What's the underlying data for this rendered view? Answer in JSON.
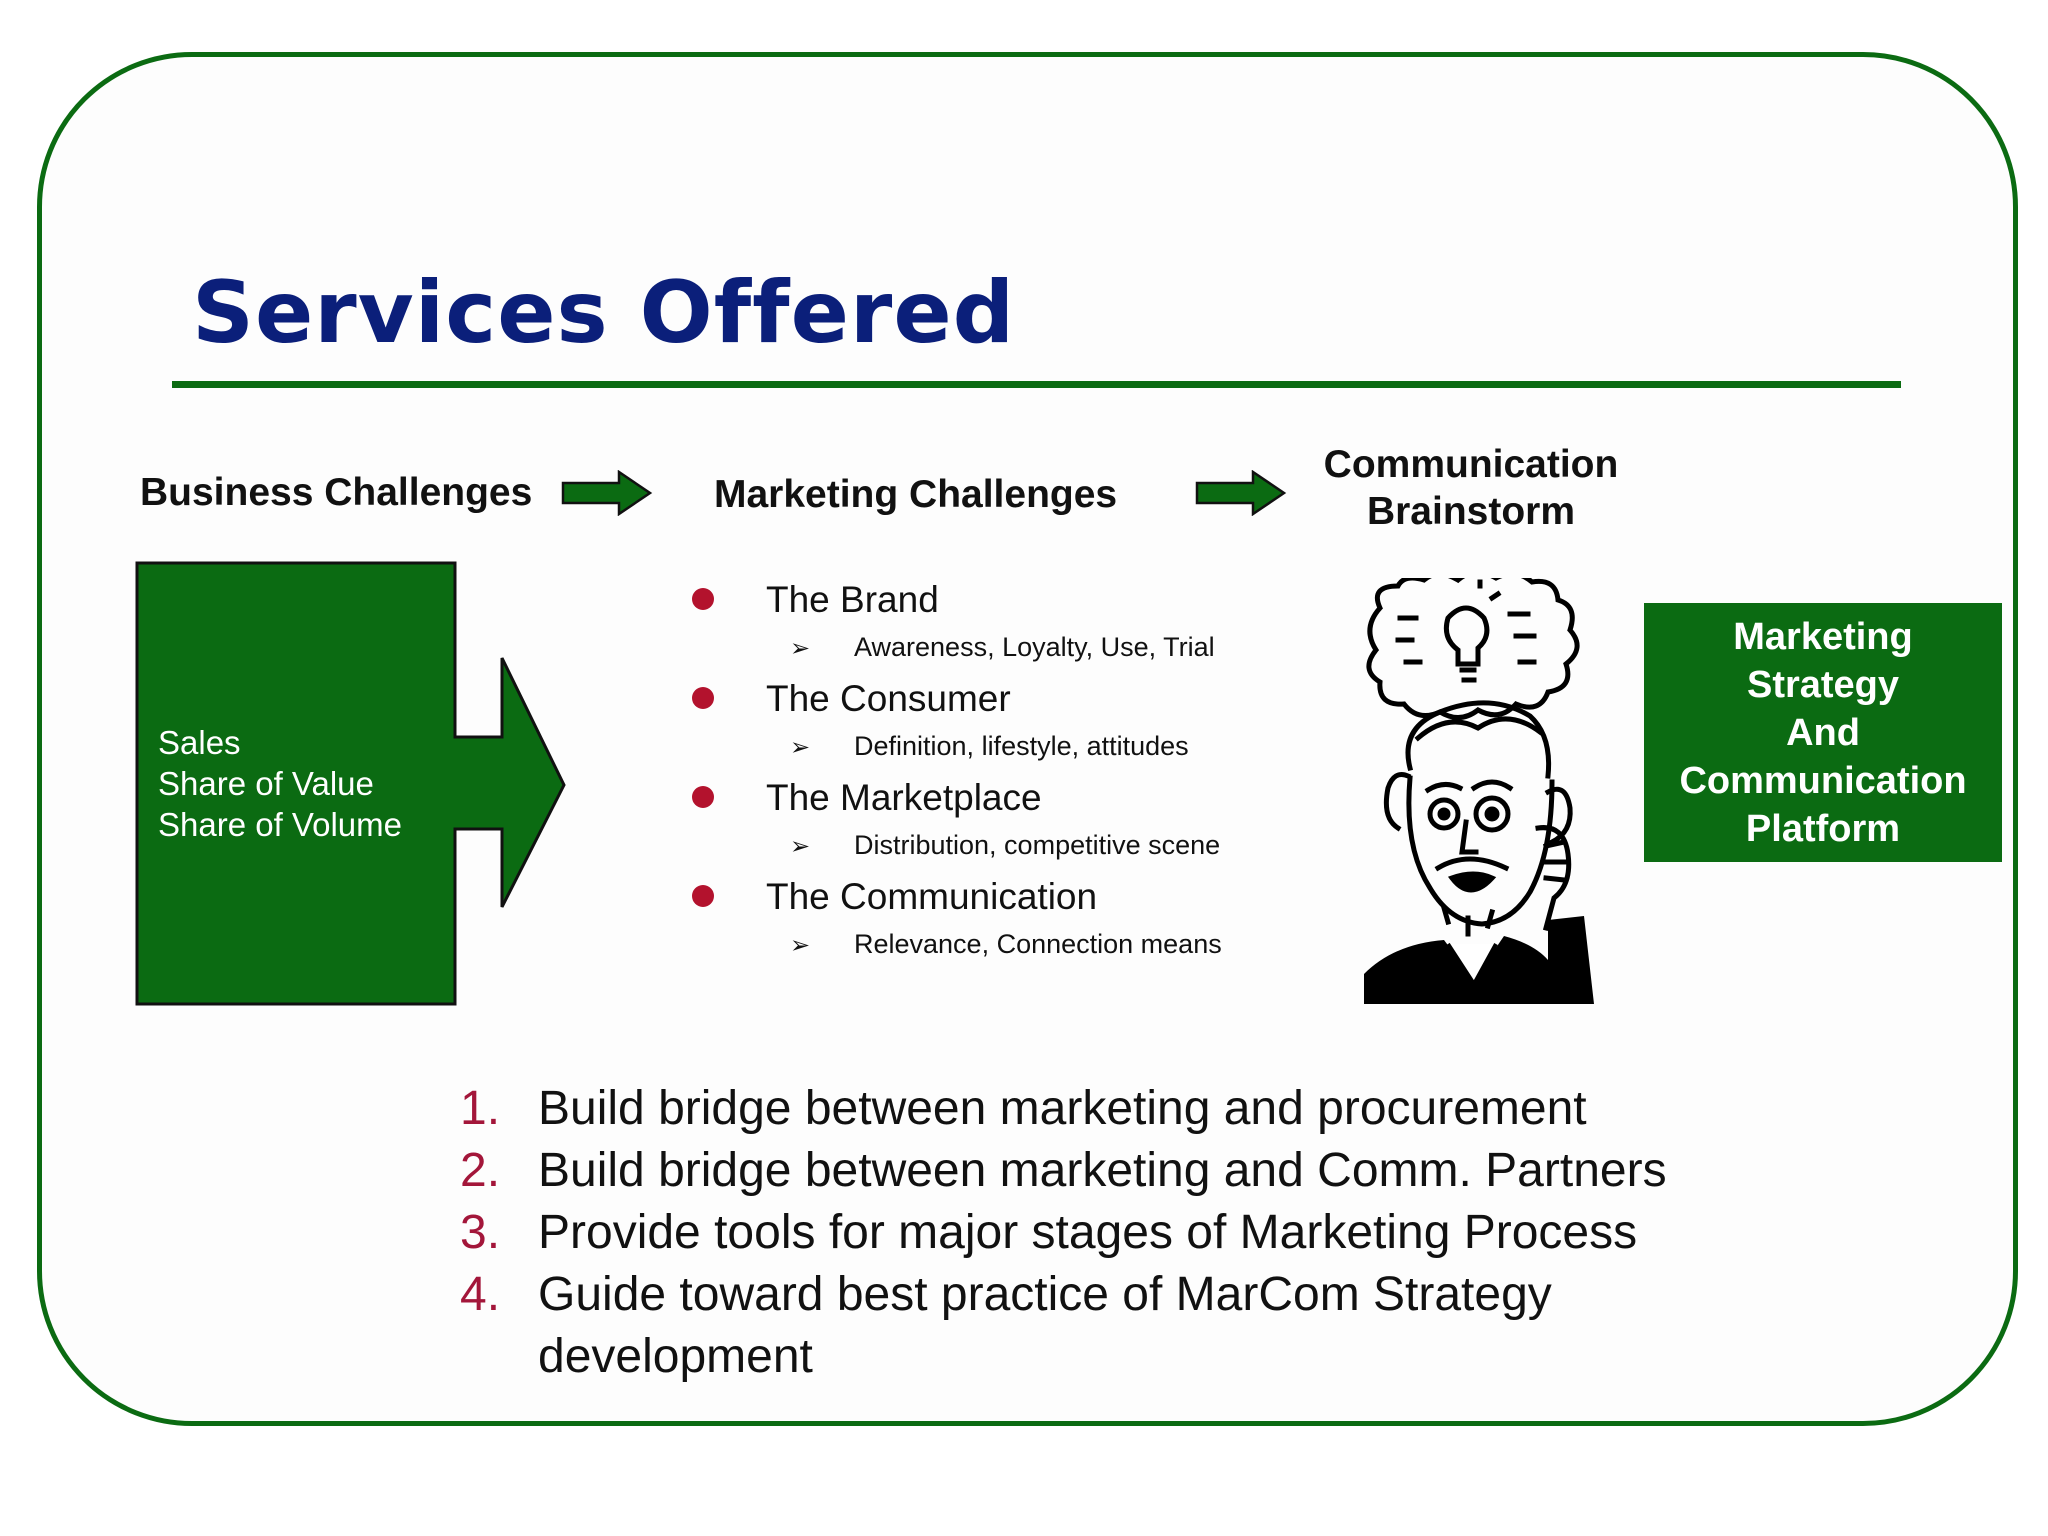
{
  "slide": {
    "title": "Services Offered",
    "colors": {
      "frame": "#0b6b12",
      "title": "#0b1f7a",
      "green": "#0b6b12",
      "bullet": "#b3122d",
      "number": "#a3163a"
    }
  },
  "flow": {
    "business_header": "Business Challenges",
    "marketing_header": "Marketing Challenges",
    "communication_header_line1": "Communication",
    "communication_header_line2": "Brainstorm"
  },
  "business_box": {
    "lines": [
      "Sales",
      "Share of Value",
      "Share of Volume"
    ]
  },
  "marketing_challenges": [
    {
      "label": "The Brand",
      "detail": "Awareness, Loyalty, Use, Trial"
    },
    {
      "label": "The Consumer",
      "detail": "Definition, lifestyle, attitudes"
    },
    {
      "label": "The Marketplace",
      "detail": "Distribution, competitive scene"
    },
    {
      "label": "The Communication",
      "detail": "Relevance, Connection means"
    }
  ],
  "bullet_icon": "filled-circle",
  "sub_bullet_icon": "arrowhead",
  "sub_bullet_glyph": "➢",
  "thinker_image": "thinking-man-clipart",
  "result_box": {
    "lines": [
      "Marketing",
      "Strategy",
      "And",
      "Communication",
      "Platform"
    ]
  },
  "numbered_points": [
    {
      "num": "1.",
      "text": "Build bridge between marketing and procurement"
    },
    {
      "num": "2.",
      "text": "Build bridge between marketing and Comm. Partners"
    },
    {
      "num": "3.",
      "text": "Provide tools for major stages of Marketing Process"
    },
    {
      "num": "4.",
      "text": "Guide toward best practice of MarCom Strategy development"
    }
  ]
}
